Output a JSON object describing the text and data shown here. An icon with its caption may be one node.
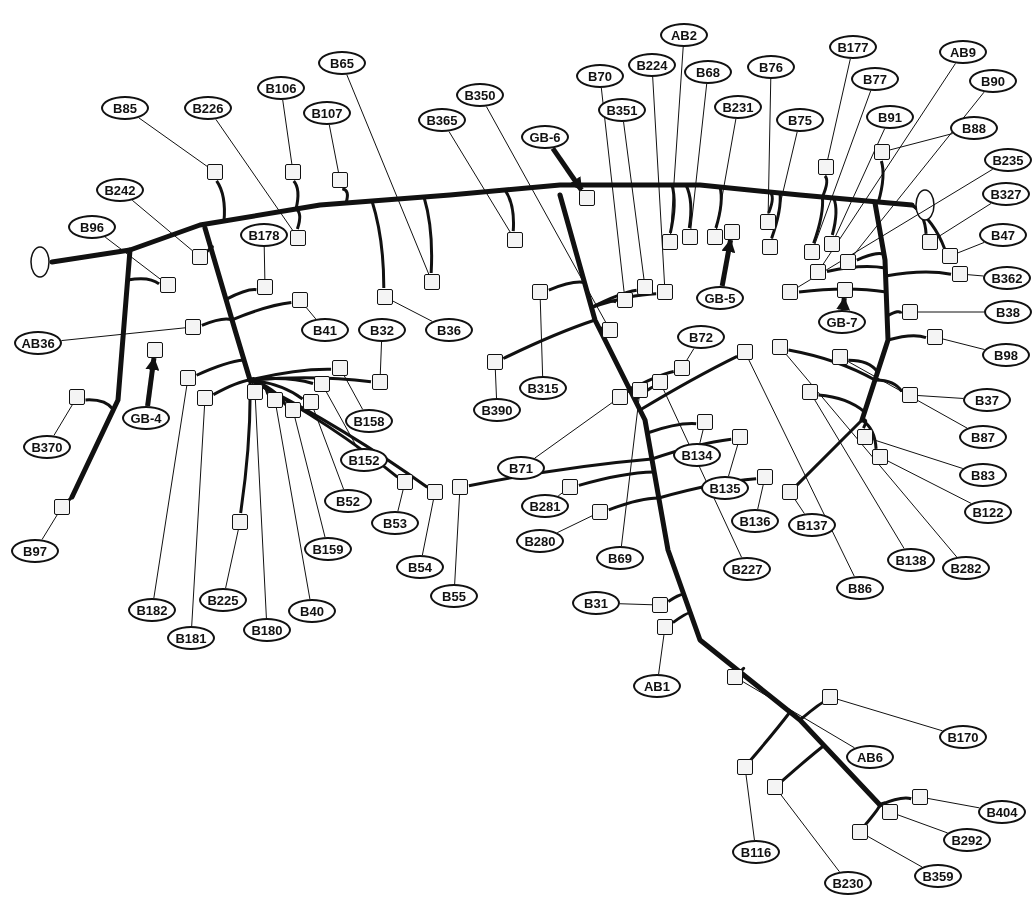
{
  "diagram": {
    "nodes": [
      {
        "text": [
          "B85"
        ]
      },
      {
        "text": [
          "B226"
        ]
      },
      {
        "text": [
          "B106"
        ]
      },
      {
        "text": [
          "B65"
        ]
      },
      {
        "text": [
          "B107"
        ]
      },
      {
        "text": [
          "B242"
        ]
      },
      {
        "text": [
          "B96"
        ]
      },
      {
        "text": [
          "B178"
        ]
      },
      {
        "text": [
          "B41"
        ]
      },
      {
        "text": [
          "B32"
        ]
      },
      {
        "text": [
          "B36"
        ]
      },
      {
        "text": [
          "AB36"
        ]
      },
      {
        "text": [
          "GB-4"
        ]
      },
      {
        "text": [
          "B370"
        ]
      },
      {
        "text": [
          "B97"
        ]
      },
      {
        "text": [
          "B158"
        ]
      },
      {
        "text": [
          "B152"
        ]
      },
      {
        "text": [
          "B52"
        ]
      },
      {
        "text": [
          "B53"
        ]
      },
      {
        "text": [
          "B54"
        ]
      },
      {
        "text": [
          "B55"
        ]
      },
      {
        "text": [
          "B159"
        ]
      },
      {
        "text": [
          "B182"
        ]
      },
      {
        "text": [
          "B181"
        ]
      },
      {
        "text": [
          "B225"
        ]
      },
      {
        "text": [
          "B180"
        ]
      },
      {
        "text": [
          "B40"
        ]
      },
      {
        "text": [
          "B365"
        ]
      },
      {
        "text": [
          "B350"
        ]
      },
      {
        "text": [
          "B390"
        ]
      },
      {
        "text": [
          "B315"
        ]
      },
      {
        "text": [
          "GB-6"
        ]
      },
      {
        "text": [
          "B70"
        ]
      },
      {
        "text": [
          "B351"
        ]
      },
      {
        "text": [
          "B224"
        ]
      },
      {
        "text": [
          "AB2"
        ]
      },
      {
        "text": [
          "B68"
        ]
      },
      {
        "text": [
          "B231"
        ]
      },
      {
        "text": [
          "B76"
        ]
      },
      {
        "text": [
          "B75"
        ]
      },
      {
        "text": [
          "B177"
        ]
      },
      {
        "text": [
          "B77"
        ]
      },
      {
        "text": [
          "B91"
        ]
      },
      {
        "text": [
          "AB9"
        ]
      },
      {
        "text": [
          "B90"
        ]
      },
      {
        "text": [
          "B88"
        ]
      },
      {
        "text": [
          "B235"
        ]
      },
      {
        "text": [
          "B327"
        ]
      },
      {
        "text": [
          "B47"
        ]
      },
      {
        "text": [
          "B362"
        ]
      },
      {
        "text": [
          "B38"
        ]
      },
      {
        "text": [
          "B98"
        ]
      },
      {
        "text": [
          "B37"
        ]
      },
      {
        "text": [
          "B87"
        ]
      },
      {
        "text": [
          "B83"
        ]
      },
      {
        "text": [
          "B122"
        ]
      },
      {
        "text": [
          "B282"
        ]
      },
      {
        "text": [
          "B138"
        ]
      },
      {
        "text": [
          "B86"
        ]
      },
      {
        "text": [
          "B137"
        ]
      },
      {
        "text": [
          "B136"
        ]
      },
      {
        "text": [
          "B135"
        ]
      },
      {
        "text": [
          "B134"
        ]
      },
      {
        "text": [
          "GB-5"
        ]
      },
      {
        "text": [
          "GB-7"
        ]
      },
      {
        "text": [
          "B72"
        ]
      },
      {
        "text": [
          "B71"
        ]
      },
      {
        "text": [
          "B69"
        ]
      },
      {
        "text": [
          "B227"
        ]
      },
      {
        "text": [
          "B281"
        ]
      },
      {
        "text": [
          "B280"
        ]
      },
      {
        "text": [
          "B31"
        ]
      },
      {
        "text": [
          "AB1"
        ]
      },
      {
        "text": [
          "AB6"
        ]
      },
      {
        "text": [
          "B170"
        ]
      },
      {
        "text": [
          "B116"
        ]
      },
      {
        "text": [
          "B230"
        ]
      },
      {
        "text": [
          "B359"
        ]
      },
      {
        "text": [
          "B292"
        ]
      },
      {
        "text": [
          "B404"
        ]
      },
      {
        "text": [],
        "shape": "box"
      },
      {
        "text": [],
        "shape": "box"
      },
      {
        "text": [],
        "shape": "box"
      },
      {
        "text": [],
        "shape": "box"
      },
      {
        "text": [],
        "shape": "box"
      },
      {
        "text": [],
        "shape": "box"
      },
      {
        "text": [],
        "shape": "box"
      },
      {
        "text": [],
        "shape": "box"
      },
      {
        "text": [],
        "shape": "box"
      },
      {
        "text": [],
        "shape": "box"
      },
      {
        "text": [],
        "shape": "box"
      },
      {
        "text": [],
        "shape": "box"
      },
      {
        "text": [],
        "shape": "box"
      },
      {
        "text": [],
        "shape": "box"
      },
      {
        "text": [],
        "shape": "box"
      },
      {
        "text": [],
        "shape": "box"
      },
      {
        "text": [],
        "shape": "box"
      },
      {
        "text": [],
        "shape": "box"
      },
      {
        "text": [],
        "shape": "box"
      },
      {
        "text": [],
        "shape": "box"
      },
      {
        "text": [],
        "shape": "box"
      },
      {
        "text": [],
        "shape": "box"
      },
      {
        "text": [],
        "shape": "box"
      },
      {
        "text": [],
        "shape": "box"
      },
      {
        "text": [],
        "shape": "box"
      },
      {
        "text": [],
        "shape": "box"
      },
      {
        "text": [],
        "shape": "box"
      },
      {
        "text": [],
        "shape": "box"
      },
      {
        "text": [],
        "shape": "box"
      },
      {
        "text": [],
        "shape": "box"
      },
      {
        "text": [],
        "shape": "box"
      },
      {
        "text": [],
        "shape": "box"
      },
      {
        "text": [],
        "shape": "box"
      },
      {
        "text": [],
        "shape": "box"
      },
      {
        "text": [],
        "shape": "box"
      },
      {
        "text": [],
        "shape": "box"
      },
      {
        "text": [],
        "shape": "box"
      },
      {
        "text": [],
        "shape": "box"
      },
      {
        "text": [],
        "shape": "box"
      },
      {
        "text": [],
        "shape": "box"
      },
      {
        "text": [],
        "shape": "box"
      },
      {
        "text": [],
        "shape": "box"
      },
      {
        "text": [],
        "shape": "box"
      },
      {
        "text": [],
        "shape": "box"
      },
      {
        "text": [],
        "shape": "box"
      },
      {
        "text": [],
        "shape": "box"
      },
      {
        "text": [],
        "shape": "box"
      },
      {
        "text": [],
        "shape": "box"
      },
      {
        "text": [],
        "shape": "box"
      },
      {
        "text": [],
        "shape": "box"
      },
      {
        "text": [],
        "shape": "box"
      },
      {
        "text": [],
        "shape": "box"
      },
      {
        "text": [],
        "shape": "box"
      },
      {
        "text": [],
        "shape": "box"
      },
      {
        "text": [],
        "shape": "box"
      },
      {
        "text": [],
        "shape": "box"
      },
      {
        "text": [],
        "shape": "box"
      },
      {
        "text": [],
        "shape": "box"
      },
      {
        "text": [],
        "shape": "box"
      },
      {
        "text": [],
        "shape": "box"
      },
      {
        "text": [],
        "shape": "box"
      },
      {
        "text": [],
        "shape": "box"
      },
      {
        "text": [],
        "shape": "box"
      },
      {
        "text": [],
        "shape": "box"
      },
      {
        "text": [],
        "shape": "box"
      },
      {
        "text": [],
        "shape": "box"
      },
      {
        "text": [],
        "shape": "box"
      },
      {
        "text": [],
        "shape": "box"
      },
      {
        "text": [],
        "shape": "box"
      },
      {
        "text": [],
        "shape": "box"
      },
      {
        "text": [],
        "shape": "box"
      },
      {
        "text": [],
        "shape": "box"
      },
      {
        "text": [],
        "shape": "box"
      },
      {
        "text": [],
        "shape": "box"
      },
      {
        "text": [],
        "shape": "box"
      },
      {
        "text": [],
        "shape": "box"
      },
      {
        "text": [],
        "shape": "box"
      },
      {
        "text": [],
        "shape": "box"
      },
      {
        "text": [],
        "shape": "box"
      },
      {
        "text": [],
        "shape": "box"
      }
    ],
    "edges": [
      {
        "from": 0,
        "to": 80,
        "arrow": "none"
      },
      {
        "from": 1,
        "to": 81,
        "arrow": "none"
      },
      {
        "from": 2,
        "to": 82,
        "arrow": "none"
      },
      {
        "from": 3,
        "to": 83,
        "arrow": "none"
      },
      {
        "from": 4,
        "to": 84,
        "arrow": "none"
      },
      {
        "from": 5,
        "to": 85,
        "arrow": "none"
      },
      {
        "from": 6,
        "to": 86,
        "arrow": "none"
      },
      {
        "from": 7,
        "to": 87,
        "arrow": "none"
      },
      {
        "from": 8,
        "to": 88,
        "arrow": "none"
      },
      {
        "from": 9,
        "to": 89,
        "arrow": "none"
      },
      {
        "from": 10,
        "to": 90,
        "arrow": "none"
      },
      {
        "from": 11,
        "to": 91,
        "arrow": "none"
      },
      {
        "from": 13,
        "to": 92,
        "arrow": "none"
      },
      {
        "from": 14,
        "to": 93,
        "arrow": "none"
      },
      {
        "from": 15,
        "to": 94,
        "arrow": "none"
      },
      {
        "from": 16,
        "to": 95,
        "arrow": "none"
      },
      {
        "from": 17,
        "to": 96,
        "arrow": "none"
      },
      {
        "from": 18,
        "to": 97,
        "arrow": "none"
      },
      {
        "from": 19,
        "to": 98,
        "arrow": "none"
      },
      {
        "from": 20,
        "to": 99,
        "arrow": "none"
      },
      {
        "from": 21,
        "to": 100,
        "arrow": "none"
      },
      {
        "from": 22,
        "to": 101,
        "arrow": "none"
      },
      {
        "from": 23,
        "to": 102,
        "arrow": "none"
      },
      {
        "from": 24,
        "to": 103,
        "arrow": "none"
      },
      {
        "from": 25,
        "to": 104,
        "arrow": "none"
      },
      {
        "from": 26,
        "to": 105,
        "arrow": "none"
      },
      {
        "from": 27,
        "to": 106,
        "arrow": "none"
      },
      {
        "from": 28,
        "to": 107,
        "arrow": "none"
      },
      {
        "from": 29,
        "to": 108,
        "arrow": "none"
      },
      {
        "from": 30,
        "to": 109,
        "arrow": "none"
      },
      {
        "from": 32,
        "to": 110,
        "arrow": "none"
      },
      {
        "from": 33,
        "to": 111,
        "arrow": "none"
      },
      {
        "from": 34,
        "to": 112,
        "arrow": "none"
      },
      {
        "from": 35,
        "to": 113,
        "arrow": "none"
      },
      {
        "from": 36,
        "to": 114,
        "arrow": "none"
      },
      {
        "from": 37,
        "to": 115,
        "arrow": "none"
      },
      {
        "from": 38,
        "to": 116,
        "arrow": "none"
      },
      {
        "from": 39,
        "to": 117,
        "arrow": "none"
      },
      {
        "from": 40,
        "to": 118,
        "arrow": "none"
      },
      {
        "from": 41,
        "to": 119,
        "arrow": "none"
      },
      {
        "from": 42,
        "to": 120,
        "arrow": "none"
      },
      {
        "from": 43,
        "to": 121,
        "arrow": "none"
      },
      {
        "from": 44,
        "to": 122,
        "arrow": "none"
      },
      {
        "from": 45,
        "to": 123,
        "arrow": "none"
      },
      {
        "from": 46,
        "to": 124,
        "arrow": "none"
      },
      {
        "from": 47,
        "to": 125,
        "arrow": "none"
      },
      {
        "from": 48,
        "to": 126,
        "arrow": "none"
      },
      {
        "from": 49,
        "to": 127,
        "arrow": "none"
      },
      {
        "from": 50,
        "to": 128,
        "arrow": "none"
      },
      {
        "from": 51,
        "to": 129,
        "arrow": "none"
      },
      {
        "from": 52,
        "to": 130,
        "arrow": "none"
      },
      {
        "from": 53,
        "to": 131,
        "arrow": "none"
      },
      {
        "from": 54,
        "to": 132,
        "arrow": "none"
      },
      {
        "from": 55,
        "to": 133,
        "arrow": "none"
      },
      {
        "from": 56,
        "to": 134,
        "arrow": "none"
      },
      {
        "from": 57,
        "to": 135,
        "arrow": "none"
      },
      {
        "from": 58,
        "to": 136,
        "arrow": "none"
      },
      {
        "from": 59,
        "to": 137,
        "arrow": "none"
      },
      {
        "from": 60,
        "to": 138,
        "arrow": "none"
      },
      {
        "from": 61,
        "to": 139,
        "arrow": "none"
      },
      {
        "from": 62,
        "to": 140,
        "arrow": "none"
      },
      {
        "from": 65,
        "to": 141,
        "arrow": "none"
      },
      {
        "from": 66,
        "to": 142,
        "arrow": "none"
      },
      {
        "from": 67,
        "to": 143,
        "arrow": "none"
      },
      {
        "from": 68,
        "to": 144,
        "arrow": "none"
      },
      {
        "from": 69,
        "to": 145,
        "arrow": "none"
      },
      {
        "from": 70,
        "to": 146,
        "arrow": "none"
      },
      {
        "from": 71,
        "to": 147,
        "arrow": "none"
      },
      {
        "from": 72,
        "to": 148,
        "arrow": "none"
      },
      {
        "from": 73,
        "to": 149,
        "arrow": "none"
      },
      {
        "from": 74,
        "to": 150,
        "arrow": "none"
      },
      {
        "from": 75,
        "to": 151,
        "arrow": "none"
      },
      {
        "from": 76,
        "to": 152,
        "arrow": "none"
      },
      {
        "from": 77,
        "to": 153,
        "arrow": "none"
      },
      {
        "from": 78,
        "to": 154,
        "arrow": "none"
      },
      {
        "from": 79,
        "to": 155,
        "arrow": "none"
      },
      {
        "from": 12,
        "to": 156,
        "arrow": "to",
        "style": "thick"
      },
      {
        "from": 31,
        "to": 157,
        "arrow": "to",
        "style": "thick"
      },
      {
        "from": 63,
        "to": 158,
        "arrow": "to",
        "style": "thick"
      },
      {
        "from": 64,
        "to": 159,
        "arrow": "to",
        "style": "thick"
      }
    ]
  }
}
